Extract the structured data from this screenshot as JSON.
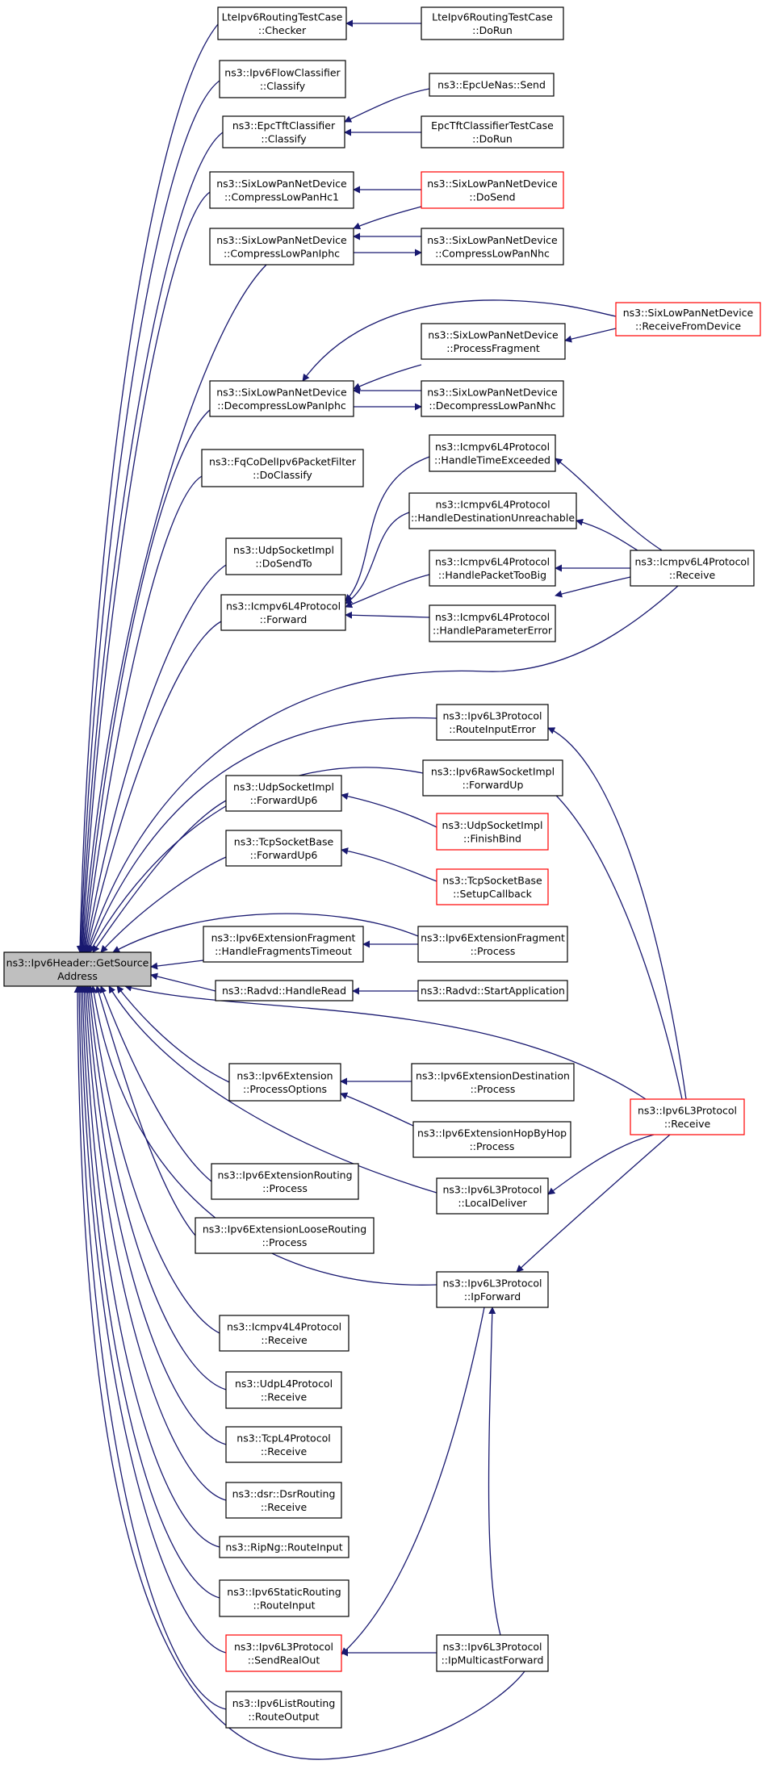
{
  "nodes": [
    {
      "id": "root",
      "lines": [
        "ns3::Ipv6Header::GetSource",
        "Address"
      ],
      "border": "root"
    },
    {
      "id": "lte_checker",
      "lines": [
        "LteIpv6RoutingTestCase",
        "::Checker"
      ],
      "border": "black"
    },
    {
      "id": "lte_dorun",
      "lines": [
        "LteIpv6RoutingTestCase",
        "::DoRun"
      ],
      "border": "black"
    },
    {
      "id": "flowclass",
      "lines": [
        "ns3::Ipv6FlowClassifier",
        "::Classify"
      ],
      "border": "black"
    },
    {
      "id": "epcue_send",
      "lines": [
        "ns3::EpcUeNas::Send"
      ],
      "border": "black"
    },
    {
      "id": "epctft_classify",
      "lines": [
        "ns3::EpcTftClassifier",
        "::Classify"
      ],
      "border": "black"
    },
    {
      "id": "epctft_dorun",
      "lines": [
        "EpcTftClassifierTestCase",
        "::DoRun"
      ],
      "border": "black"
    },
    {
      "id": "six_hc1",
      "lines": [
        "ns3::SixLowPanNetDevice",
        "::CompressLowPanHc1"
      ],
      "border": "black"
    },
    {
      "id": "six_dosend",
      "lines": [
        "ns3::SixLowPanNetDevice",
        "::DoSend"
      ],
      "border": "red"
    },
    {
      "id": "six_iphc",
      "lines": [
        "ns3::SixLowPanNetDevice",
        "::CompressLowPanIphc"
      ],
      "border": "black"
    },
    {
      "id": "six_nhc",
      "lines": [
        "ns3::SixLowPanNetDevice",
        "::CompressLowPanNhc"
      ],
      "border": "black"
    },
    {
      "id": "six_recvdev",
      "lines": [
        "ns3::SixLowPanNetDevice",
        "::ReceiveFromDevice"
      ],
      "border": "red"
    },
    {
      "id": "six_procfrag",
      "lines": [
        "ns3::SixLowPanNetDevice",
        "::ProcessFragment"
      ],
      "border": "black"
    },
    {
      "id": "six_dec_iphc",
      "lines": [
        "ns3::SixLowPanNetDevice",
        "::DecompressLowPanIphc"
      ],
      "border": "black"
    },
    {
      "id": "six_dec_nhc",
      "lines": [
        "ns3::SixLowPanNetDevice",
        "::DecompressLowPanNhc"
      ],
      "border": "black"
    },
    {
      "id": "fqcodel",
      "lines": [
        "ns3::FqCoDelIpv6PacketFilter",
        "::DoClassify"
      ],
      "border": "black"
    },
    {
      "id": "icmp_timeexc",
      "lines": [
        "ns3::Icmpv6L4Protocol",
        "::HandleTimeExceeded"
      ],
      "border": "black"
    },
    {
      "id": "icmp_destunr",
      "lines": [
        "ns3::Icmpv6L4Protocol",
        "::HandleDestinationUnreachable"
      ],
      "border": "black"
    },
    {
      "id": "udpsock_dosendto",
      "lines": [
        "ns3::UdpSocketImpl",
        "::DoSendTo"
      ],
      "border": "black"
    },
    {
      "id": "icmp_pkttoobig",
      "lines": [
        "ns3::Icmpv6L4Protocol",
        "::HandlePacketTooBig"
      ],
      "border": "black"
    },
    {
      "id": "icmp_receive",
      "lines": [
        "ns3::Icmpv6L4Protocol",
        "::Receive"
      ],
      "border": "black"
    },
    {
      "id": "icmp_forward",
      "lines": [
        "ns3::Icmpv6L4Protocol",
        "::Forward"
      ],
      "border": "black"
    },
    {
      "id": "icmp_paramerr",
      "lines": [
        "ns3::Icmpv6L4Protocol",
        "::HandleParameterError"
      ],
      "border": "black"
    },
    {
      "id": "l3_routeinerr",
      "lines": [
        "ns3::Ipv6L3Protocol",
        "::RouteInputError"
      ],
      "border": "black"
    },
    {
      "id": "rawsock_fwdup",
      "lines": [
        "ns3::Ipv6RawSocketImpl",
        "::ForwardUp"
      ],
      "border": "black"
    },
    {
      "id": "udpsock_fwdup6",
      "lines": [
        "ns3::UdpSocketImpl",
        "::ForwardUp6"
      ],
      "border": "black"
    },
    {
      "id": "udpsock_finishbind",
      "lines": [
        "ns3::UdpSocketImpl",
        "::FinishBind"
      ],
      "border": "red"
    },
    {
      "id": "tcpsock_fwdup6",
      "lines": [
        "ns3::TcpSocketBase",
        "::ForwardUp6"
      ],
      "border": "black"
    },
    {
      "id": "tcpsock_setupcb",
      "lines": [
        "ns3::TcpSocketBase",
        "::SetupCallback"
      ],
      "border": "red"
    },
    {
      "id": "extfrag_timeout",
      "lines": [
        "ns3::Ipv6ExtensionFragment",
        "::HandleFragmentsTimeout"
      ],
      "border": "black"
    },
    {
      "id": "extfrag_process",
      "lines": [
        "ns3::Ipv6ExtensionFragment",
        "::Process"
      ],
      "border": "black"
    },
    {
      "id": "radvd_read",
      "lines": [
        "ns3::Radvd::HandleRead"
      ],
      "border": "black"
    },
    {
      "id": "radvd_start",
      "lines": [
        "ns3::Radvd::StartApplication"
      ],
      "border": "black"
    },
    {
      "id": "ext_procopts",
      "lines": [
        "ns3::Ipv6Extension",
        "::ProcessOptions"
      ],
      "border": "black"
    },
    {
      "id": "extdest_process",
      "lines": [
        "ns3::Ipv6ExtensionDestination",
        "::Process"
      ],
      "border": "black"
    },
    {
      "id": "l3_receive",
      "lines": [
        "ns3::Ipv6L3Protocol",
        "::Receive"
      ],
      "border": "red"
    },
    {
      "id": "exthop_process",
      "lines": [
        "ns3::Ipv6ExtensionHopByHop",
        "::Process"
      ],
      "border": "black"
    },
    {
      "id": "extrouting_process",
      "lines": [
        "ns3::Ipv6ExtensionRouting",
        "::Process"
      ],
      "border": "black"
    },
    {
      "id": "l3_localdeliver",
      "lines": [
        "ns3::Ipv6L3Protocol",
        "::LocalDeliver"
      ],
      "border": "black"
    },
    {
      "id": "extloose_process",
      "lines": [
        "ns3::Ipv6ExtensionLooseRouting",
        "::Process"
      ],
      "border": "black"
    },
    {
      "id": "l3_ipforward",
      "lines": [
        "ns3::Ipv6L3Protocol",
        "::IpForward"
      ],
      "border": "black"
    },
    {
      "id": "icmp4_receive",
      "lines": [
        "ns3::Icmpv4L4Protocol",
        "::Receive"
      ],
      "border": "black"
    },
    {
      "id": "udpl4_receive",
      "lines": [
        "ns3::UdpL4Protocol",
        "::Receive"
      ],
      "border": "black"
    },
    {
      "id": "tcpl4_receive",
      "lines": [
        "ns3::TcpL4Protocol",
        "::Receive"
      ],
      "border": "black"
    },
    {
      "id": "dsr_receive",
      "lines": [
        "ns3::dsr::DsrRouting",
        "::Receive"
      ],
      "border": "black"
    },
    {
      "id": "ripng_routein",
      "lines": [
        "ns3::RipNg::RouteInput"
      ],
      "border": "black"
    },
    {
      "id": "static_routein",
      "lines": [
        "ns3::Ipv6StaticRouting",
        "::RouteInput"
      ],
      "border": "black"
    },
    {
      "id": "l3_sendrealout",
      "lines": [
        "ns3::Ipv6L3Protocol",
        "::SendRealOut"
      ],
      "border": "red"
    },
    {
      "id": "l3_mcastfwd",
      "lines": [
        "ns3::Ipv6L3Protocol",
        "::IpMulticastForward"
      ],
      "border": "black"
    },
    {
      "id": "list_routeout",
      "lines": [
        "ns3::Ipv6ListRouting",
        "::RouteOutput"
      ],
      "border": "black"
    }
  ]
}
